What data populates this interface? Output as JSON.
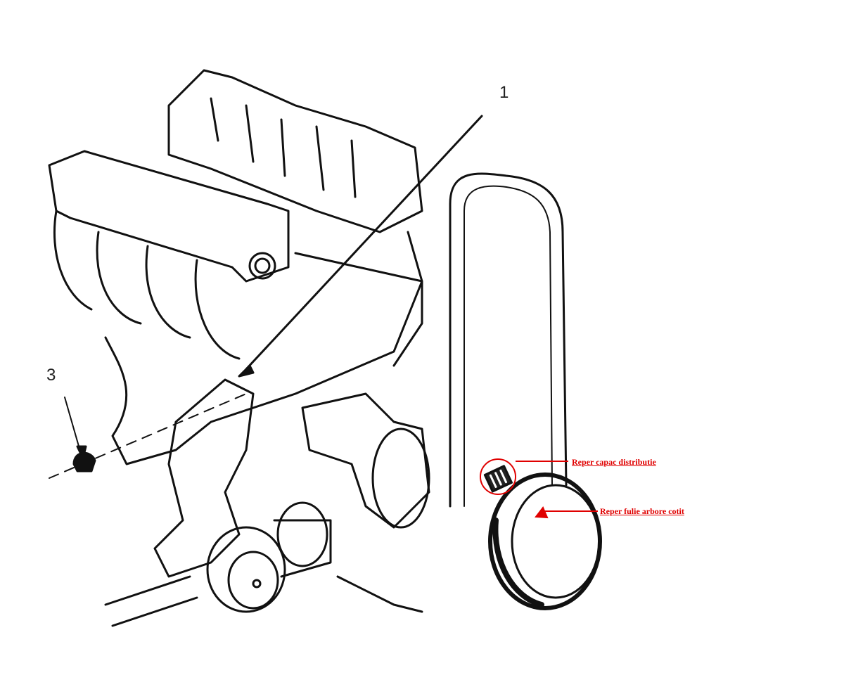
{
  "callouts": {
    "one": "1",
    "three": "3"
  },
  "labels": {
    "timing_cover_mark": "Reper capac distributie",
    "crank_pulley_mark": "Reper fulie arbore cotit"
  },
  "colors": {
    "annotation": "#e00000",
    "line": "#111111"
  }
}
